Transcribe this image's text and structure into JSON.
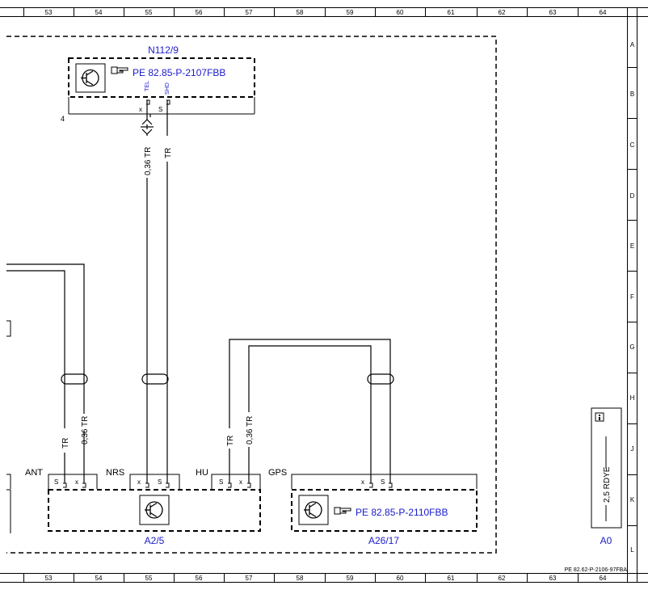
{
  "grid": {
    "columns": [
      "53",
      "54",
      "55",
      "56",
      "57",
      "58",
      "59",
      "60",
      "61",
      "62",
      "63",
      "64"
    ],
    "rows": [
      "A",
      "B",
      "C",
      "D",
      "E",
      "F",
      "G",
      "H",
      "J",
      "K",
      "L"
    ]
  },
  "components": {
    "n112_9": {
      "name": "N112/9",
      "ref": "PE 82.85-P-2107FBB",
      "pin_tel": "TEL",
      "pin_shd": "SHD",
      "pin_x": "x",
      "pin_s": "S",
      "side_number": "4"
    },
    "a2_5": {
      "name": "A2/5"
    },
    "a26_17": {
      "name": "A26/17",
      "ref": "PE 82.85-P-2110FBB"
    },
    "a0": {
      "name": "A0",
      "wire": "2,5 RDYE"
    }
  },
  "connectors": {
    "ant": "ANT",
    "nrs": "NRS",
    "hu": "HU",
    "gps": "GPS",
    "ant_s": "S",
    "ant_x": "x",
    "nrs_x": "x",
    "nrs_s": "S",
    "hu_s": "S",
    "hu_x": "x",
    "gps_x": "x",
    "gps_s": "S"
  },
  "wires": {
    "upper_coax": "0,36 TR",
    "upper_shield": "TR",
    "left_shield": "TR",
    "left_coax": "0,36 TR",
    "hu_shield": "TR",
    "hu_coax": "0,36 TR"
  },
  "footer_ref": "PE 82.62-P-2106-97FBA",
  "colors": {
    "link": "#1a1acc",
    "line": "#000000"
  },
  "icons": [
    "transistor-icon",
    "pointing-hand-icon",
    "info-icon",
    "ground-symbol-icon"
  ]
}
